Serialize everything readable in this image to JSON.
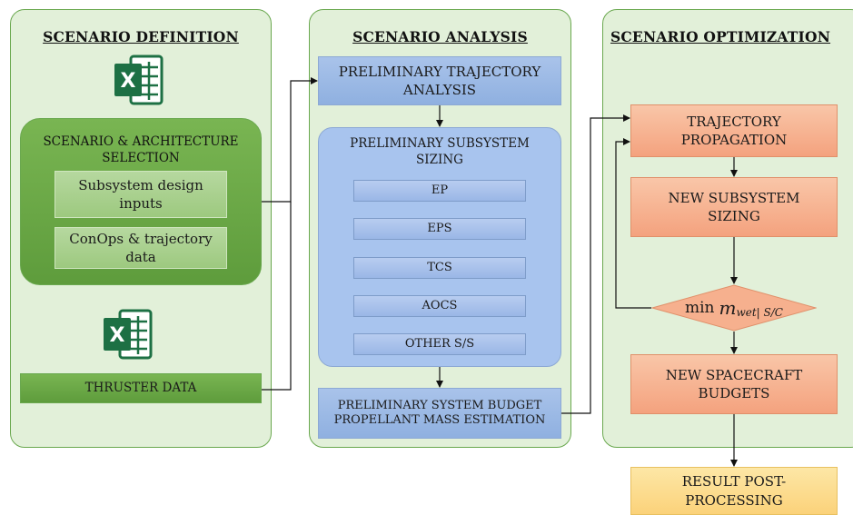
{
  "panels": {
    "definition": {
      "title": "SCENARIO DEFINITION"
    },
    "analysis": {
      "title": "SCENARIO ANALYSIS"
    },
    "optimization": {
      "title": "SCENARIO OPTIMIZATION"
    }
  },
  "definition": {
    "arch_selection": "SCENARIO & ARCHITECTURE SELECTION",
    "subsystem_inputs": "Subsystem design inputs",
    "conops_data": "ConOps & trajectory data",
    "thruster_data": "THRUSTER DATA"
  },
  "analysis": {
    "trajectory": "PRELIMINARY TRAJECTORY ANALYSIS",
    "sizing_title": "PRELIMINARY SUBSYSTEM SIZING",
    "subsystems": [
      "EP",
      "EPS",
      "TCS",
      "AOCS",
      "OTHER S/S"
    ],
    "system_budget": "PRELIMINARY SYSTEM BUDGET PROPELLANT MASS ESTIMATION"
  },
  "optimization": {
    "propagation": "TRAJECTORY PROPAGATION",
    "new_sizing": "NEW SUBSYSTEM SIZING",
    "decision_min": "min",
    "decision_var": "m",
    "decision_sub": "wet| S/C",
    "budgets": "NEW SPACECRAFT BUDGETS",
    "post_processing": "RESULT POST-PROCESSING"
  },
  "colors": {
    "panel_fill": "#e2f0d9",
    "panel_border": "#6aa84f",
    "blue_box": "#a9c3ea",
    "green_box": "#6aa84f",
    "orange_box": "#f4a27e",
    "yellow_box": "#fbd27a",
    "excel_green": "#1d7044"
  }
}
